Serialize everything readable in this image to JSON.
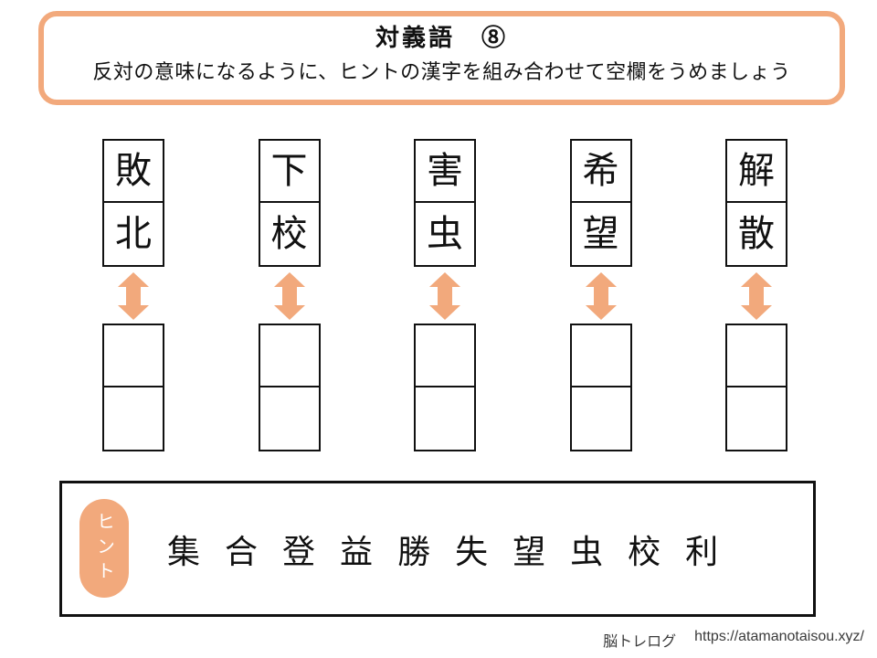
{
  "header": {
    "title": "対義語　⑧",
    "instruction": "反対の意味になるように、ヒントの漢字を組み合わせて空欄をうめましょう"
  },
  "colors": {
    "accent": "#F2A97C",
    "line": "#111111"
  },
  "pairs": [
    {
      "top": "敗",
      "bottom": "北"
    },
    {
      "top": "下",
      "bottom": "校"
    },
    {
      "top": "害",
      "bottom": "虫"
    },
    {
      "top": "希",
      "bottom": "望"
    },
    {
      "top": "解",
      "bottom": "散"
    }
  ],
  "answers": [
    {
      "top": "",
      "bottom": ""
    },
    {
      "top": "",
      "bottom": ""
    },
    {
      "top": "",
      "bottom": ""
    },
    {
      "top": "",
      "bottom": ""
    },
    {
      "top": "",
      "bottom": ""
    }
  ],
  "icons": {
    "arrow": "up-down-arrow"
  },
  "hint": {
    "label": "ヒント",
    "characters": [
      "集",
      "合",
      "登",
      "益",
      "勝",
      "失",
      "望",
      "虫",
      "校",
      "利"
    ]
  },
  "footer": {
    "site_name": "脳トレログ",
    "url": "https://atamanotaisou.xyz/"
  }
}
